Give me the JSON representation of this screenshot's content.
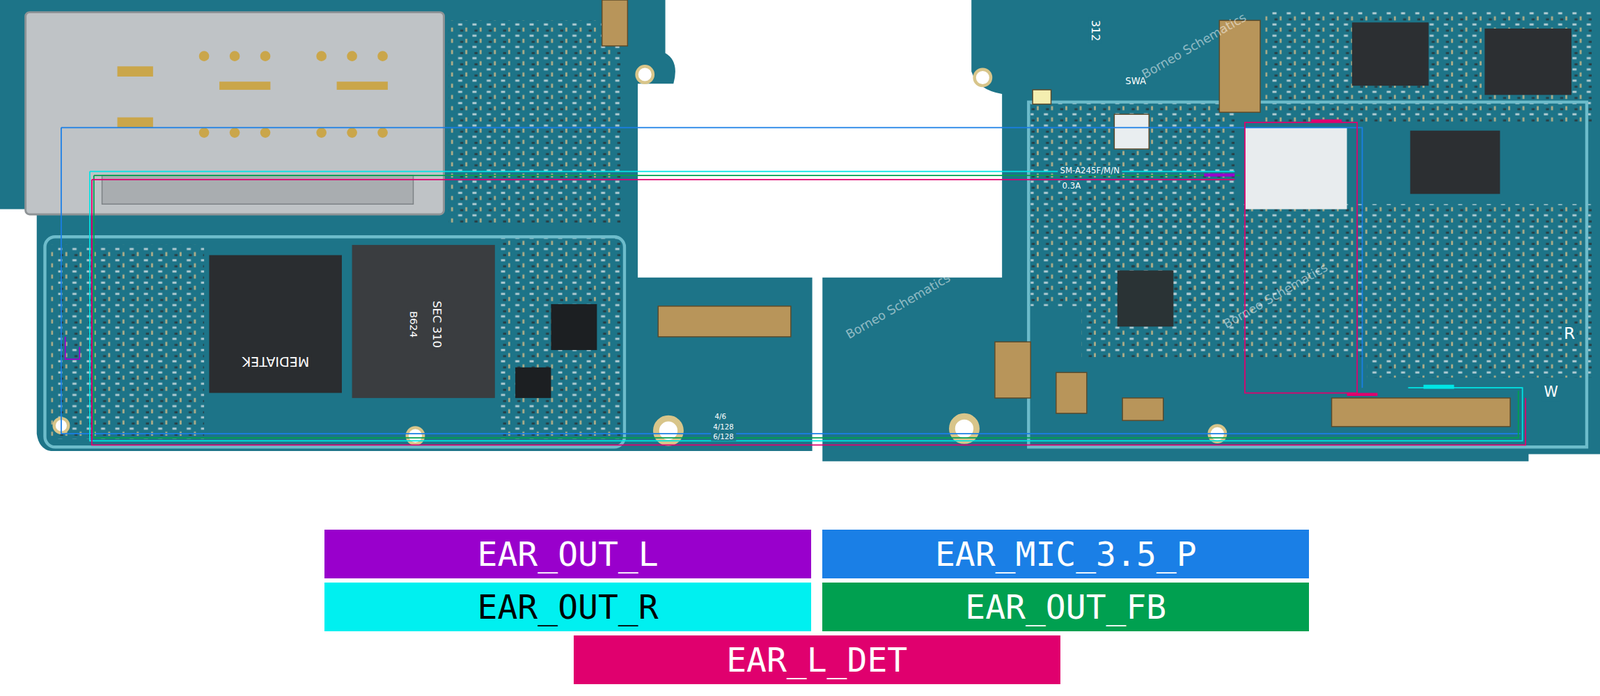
{
  "diagram": {
    "labels": [
      "312",
      "SWA",
      "SM-A245F/M/N",
      "0.3A",
      "MEDIATEK",
      "SEC 310",
      "B624",
      "R",
      "W",
      "4/6",
      "4/128",
      "6/128",
      "Borneo Schematics",
      "Borneo Schematics",
      "Borneo Schematics"
    ],
    "legend": [
      {
        "text": "EAR_OUT_L",
        "color": "#9900cc"
      },
      {
        "text": "EAR_MIC_3.5_P",
        "color": "#1a7fe6"
      },
      {
        "text": "EAR_OUT_R",
        "color": "#00f0f0"
      },
      {
        "text": "EAR_OUT_FB",
        "color": "#00a050"
      },
      {
        "text": "EAR_L_DET",
        "color": "#e0006e"
      }
    ]
  }
}
